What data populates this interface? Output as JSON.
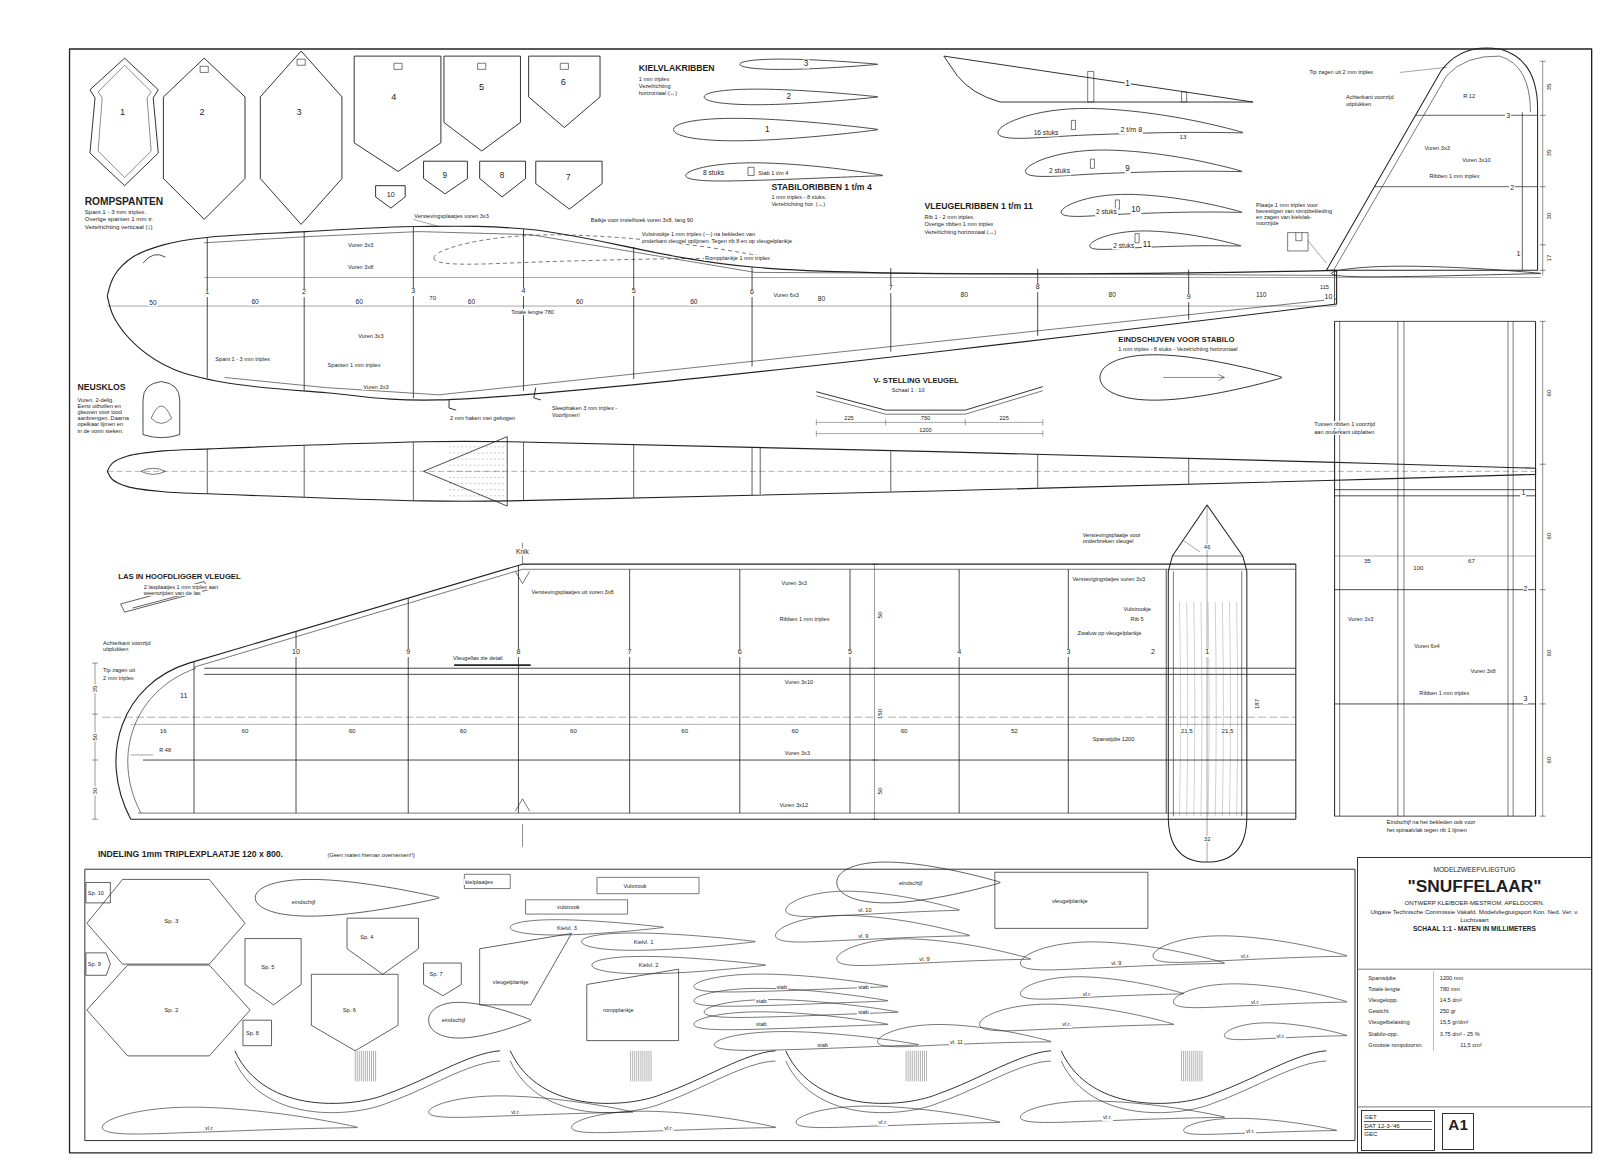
{
  "diagram": {
    "nodes": [
      {
        "text": [
          "MODELZWEEFVLIEGTUIG",
          "\"SNUFFELAAR\"",
          "ONTWERP KLEIBOER-MESTROM, APELDOORN.",
          "Uitgave Technische Commissie Vakafd. Modelvliegtuigsport Kon. Ned. Ver. v. Luchtvaart",
          "SCHAAL 1:1 - MATEN IN MILLIMETERS"
        ]
      },
      {
        "text": [
          "GET",
          "DAT 12-3-'46",
          "GEC"
        ],
        "in": 0
      },
      {
        "text": [
          "A1"
        ],
        "in": 0
      }
    ],
    "labels": [
      "1",
      "2",
      "3",
      "4",
      "5",
      "6",
      "10",
      "9",
      "8",
      "7",
      "ROMPSPANTEN",
      "Spant 1 - 3 mm triplex.",
      "Overige spanten 1 mm tr.",
      "Vezelrichting verticaal (↕)",
      "KIELVLAKRIBBEN",
      "1 mm triplex",
      "Vezelrichting",
      "horizontaal (↔)",
      "3",
      "2",
      "1",
      "8 stuks",
      "Stab 1 t/m 4",
      "STABILORIBBEN 1 t/m 4",
      "1 mm triplex - 8 stuks.",
      "Vezelrichting hor. (↔)",
      "1",
      "16 stuks",
      "2 t/m 8",
      "13",
      "2 stuks",
      "9",
      "2 stuks",
      "10",
      "2 stuks",
      "11",
      "VLEUGELRIBBEN 1 t/m 11",
      "Rib 1 - 2 mm triplex.",
      "Overige ribben 1 mm triplex",
      "Vezelrichting horizontaal (↔)",
      "Tip zagen uit 2 mm triplex",
      "Achterkant voorzijd",
      "uitplukken",
      "Vuren 3x3",
      "Vuren 3x10",
      "Ribben 1 mm triplex",
      "Plaatje 1 mm triplex voor",
      "bevestigen van rompbekleding",
      "en zagen van kielvlak-",
      "voorzijde",
      "3",
      "2",
      "1",
      "R 12",
      "35",
      "35",
      "30",
      "17",
      "Verstevingsplaatjes vuren 3x3",
      "Balkje voor instelhoek vuren 3x8, lang 90",
      "Vulstrookje 1 mm triplex (---) na bekleden van",
      "onderkant vleugel oplijmen. Tegen rib 8 en op vleugelplankje",
      "Rompplankje 1 mm triplex",
      "Vuren 3x3",
      "Vuren 3x8",
      "50",
      "1",
      "2",
      "3",
      "4",
      "5",
      "6",
      "7",
      "8",
      "9",
      "10",
      "60",
      "60",
      "70",
      "60",
      "60",
      "60",
      "Totale lengte 780",
      "Vuren 6x3",
      "80",
      "80",
      "80",
      "110",
      "115",
      "Vuren 3x3",
      "Spant 1 - 3 mm triplex",
      "Spanten 1 mm triplex",
      "Vuren 3x3",
      "Sleephaken 3 mm triplex -",
      "Voorlijmen!",
      "2 mm haken met gebogen",
      "NEUSKLOS",
      "Vuren, 2-delig.",
      "Eerst uithollen en",
      "gleuven voor lood",
      "aanbrengen. Daarna",
      "opelkaar lijmen en",
      "in de vorm steken.",
      "EINDSCHIJVEN VOOR STABILO",
      "1 mm triplex - 8 stuks - Vezelrichting horizontaal",
      "V- STELLING VLEUGEL",
      "Schaal 1 : 10",
      "225",
      "750",
      "1200",
      "225",
      "Tussen ribben 1 voorzijd",
      "aan onderkant uitplatten",
      "1",
      "35",
      "67",
      "100",
      "2",
      "Vuren 3x3",
      "Vuren 6x4",
      "Vuren 3x8",
      "Ribben 1 mm triplex",
      "3",
      "Eindschijf na het bekleden ook voor",
      "het spiraalvlak tegen rib 1 lijmen",
      "60",
      "60",
      "60",
      "60",
      "Knik",
      "LAS IN HOOFDLIGGER VLEUGEL",
      "2 lasplaatjes 1 mm triplex aan",
      "weerszijden van de las",
      "Verstevingsplaatjes uit vuren 3x8",
      "Vuren 3x3",
      "Ribben 1 mm triplex",
      "Vleugellas zie detail",
      "Vuren 3x10",
      "Vuren 3x3",
      "Vuren 3x12",
      "Achterkant voorzijd",
      "uitplukken",
      "Tip zagen uit",
      "2 mm triplex",
      "11",
      "10",
      "9",
      "8",
      "7",
      "6",
      "5",
      "4",
      "3",
      "2",
      "1",
      "16",
      "60",
      "60",
      "60",
      "60",
      "60",
      "60",
      "60",
      "52",
      "21,5",
      "21,5",
      "Spanwijdte 1200",
      "50",
      "150",
      "50",
      "35",
      "50",
      "30",
      "R 48",
      "187",
      "Verstevingsplaatje voor",
      "onderbreken vleugel",
      "Verstevigingslatjes vuren 3x3",
      "Vulstrookje",
      "Rib 5",
      "Zwaluw op vleugelplankje",
      "46",
      "32",
      "INDELING 1mm TRIPLEXPLAATJE 120 x 800.",
      "(Geen maten hiervan overnemen!!)",
      "Sp. 10",
      "Sp. 3",
      "Sp. 9",
      "Sp. 2",
      "Sp. 8",
      "eindschijf",
      "Sp. 5",
      "Sp. 4",
      "Sp. 7",
      "Sp. 6",
      "eindschijf",
      "kielplaatjes",
      "Vulstrook",
      "vulstrook",
      "Kielvl. 3",
      "Kielvl. 1",
      "Kielvl. 2",
      "vleugelplankje",
      "rompplankje",
      "eindschijf",
      "vl. 10",
      "vl. 9",
      "vl. 9",
      "vleugelplankje",
      "vl. 9",
      "stab",
      "stab",
      "stab",
      "stab",
      "stab",
      "stab",
      "vl. 11",
      "vl.r.",
      "vl.r.",
      "vl.r.",
      "vl.r.",
      "vl.r.",
      "vl.r.",
      "vl.r.",
      "vl.r.",
      "vl.r.",
      "vl.r.",
      "vl.r.",
      "Spanwijdte",
      "1200 mm",
      "Totale lengte",
      "780 mm",
      "Vleugelopp.",
      "14,5 dm²",
      "Gewicht",
      "250 gr",
      "Vleugelbelasting",
      "15,5 gr/dm²",
      "Stabilo-opp.",
      "3,75 dm² - 25 %",
      "Grootste rompdoorsn.",
      "11,5 cm²"
    ]
  }
}
